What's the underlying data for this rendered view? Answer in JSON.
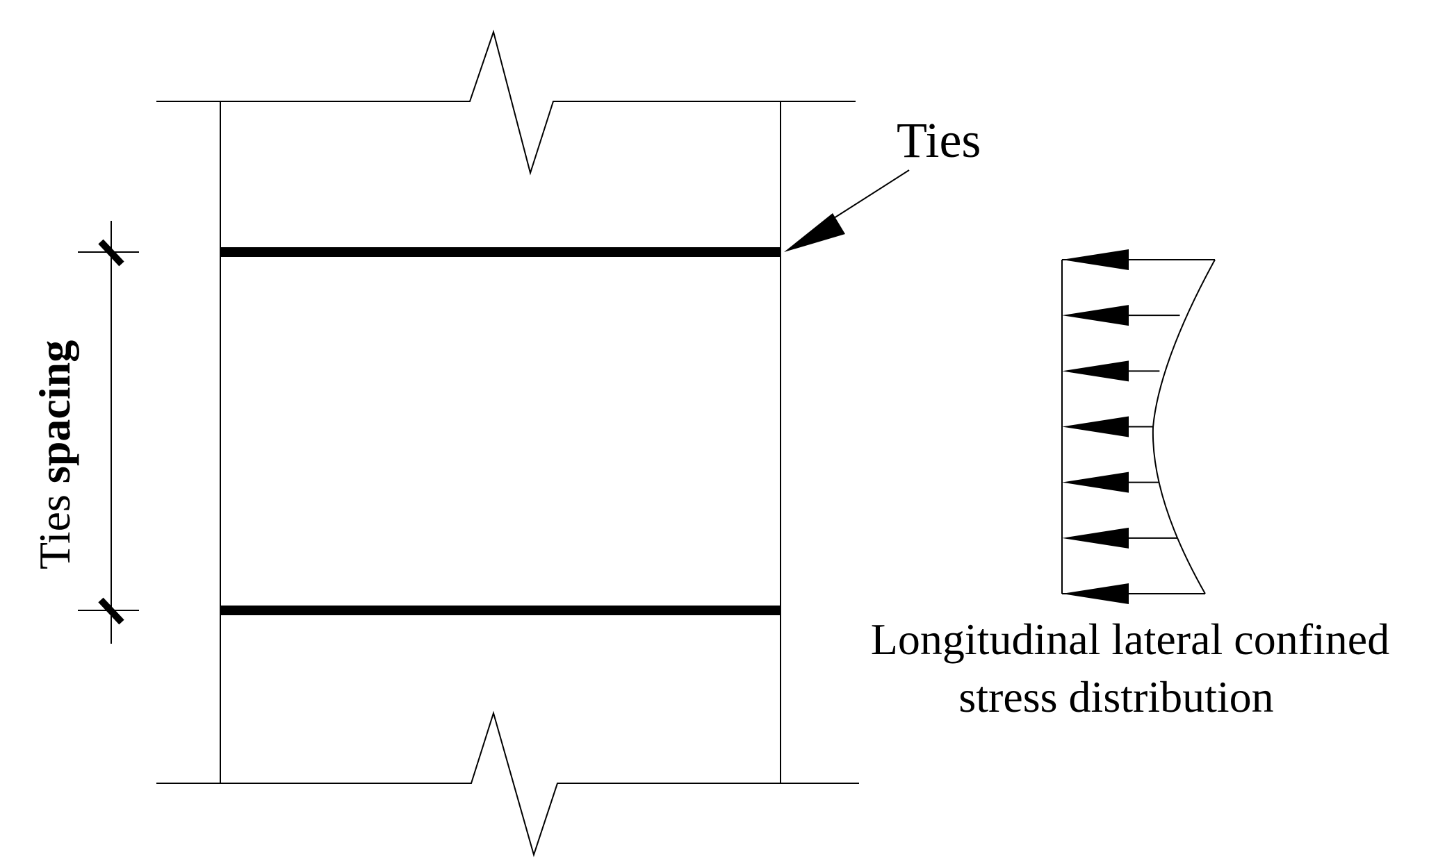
{
  "labels": {
    "ties": "Ties",
    "spacing_regular": "Ties ",
    "spacing_bold": "spacing",
    "caption_line1": "Longitudinal lateral confined",
    "caption_line2": "stress distribution"
  },
  "colors": {
    "ink": "#000000",
    "background": "#ffffff"
  },
  "stress_diagram": {
    "arrow_count": 7,
    "shape": "concave curve, maximum at ties, minimum midway between ties"
  }
}
